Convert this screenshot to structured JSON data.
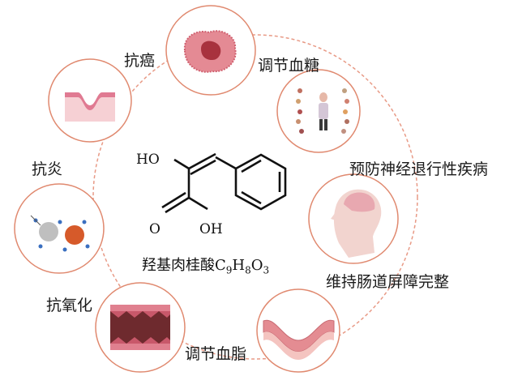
{
  "compound": {
    "name": "羟基肉桂酸",
    "formula": [
      "C",
      "9",
      "H",
      "8",
      "O",
      "3"
    ],
    "atom_labels": {
      "ho": "HO",
      "o": "O",
      "oh": "OH"
    }
  },
  "effects": [
    {
      "label": "抗癌"
    },
    {
      "label": "调节血糖"
    },
    {
      "label": "预防神经退行性疾病"
    },
    {
      "label": "维持肠道屏障完整"
    },
    {
      "label": "调节血脂"
    },
    {
      "label": "抗氧化"
    },
    {
      "label": "抗炎"
    }
  ],
  "colors": {
    "ring": "#e89a86",
    "circle_border": "#e0896f",
    "tissue_pink": "#e0808f",
    "tissue_dark": "#6e2a2e",
    "organ_orange": "#d65a2a",
    "organ_grey": "#bfbfbf"
  }
}
